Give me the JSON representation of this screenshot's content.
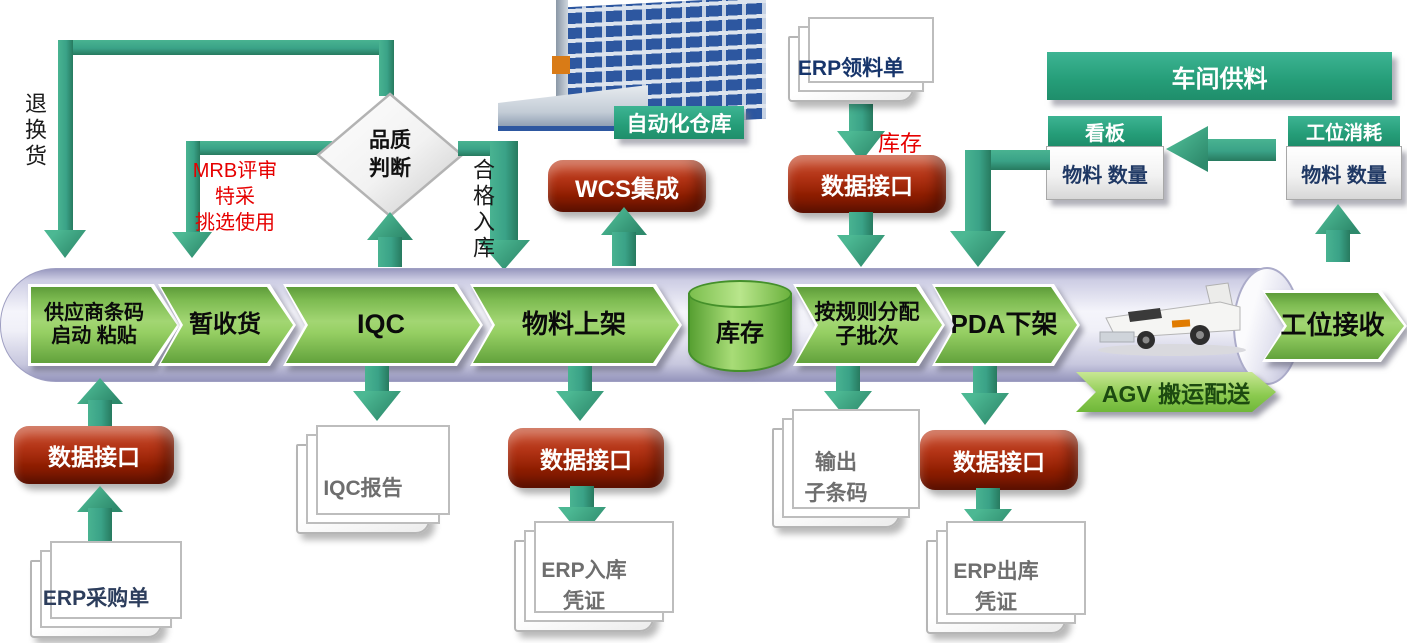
{
  "flow": {
    "return_goods": "退换货",
    "mrb": "MRB评审\n特采\n挑选使用",
    "quality_check": "品质\n判断",
    "qualified_inbound": "合格入库",
    "warehouse_caption": "自动化仓库",
    "wcs": "WCS集成",
    "erp_requisition_doc": "ERP领料单",
    "inventory_note": "库存",
    "interface_top": "数据接口",
    "workshop_title": "车间供料",
    "kanban_header": "看板",
    "kanban_body": "物料 数量",
    "station_header": "工位消耗",
    "station_body": "物料 数量",
    "agv_caption": "AGV 搬运配送"
  },
  "pipeline_steps": [
    {
      "label": "供应商条码\n启动 粘贴"
    },
    {
      "label": "暂收货"
    },
    {
      "label": "IQC"
    },
    {
      "label": "物料上架"
    },
    {
      "label": "库存"
    },
    {
      "label": "按规则分配\n子批次"
    },
    {
      "label": "PDA下架"
    },
    {
      "label": "工位接收"
    }
  ],
  "bottom_flow": {
    "interface_po": "数据接口",
    "erp_po_doc": "ERP采购单",
    "iqc_report_doc": "IQC报告",
    "interface_inbound": "数据接口",
    "erp_inbound_doc": "ERP入库\n凭证",
    "sub_barcode_doc": "输出\n子条码",
    "interface_outbound": "数据接口",
    "erp_outbound_doc": "ERP出库\n凭证"
  },
  "colors": {
    "arrow_teal": "#3aa287",
    "chevron_green": "#8cc95c",
    "ribbon_red": "#8e1d00",
    "label_green": "#2aa37e",
    "accent_red_text": "#e60000",
    "navy_text": "#1f3864",
    "pipeline_lavender": "#cdcde4"
  }
}
